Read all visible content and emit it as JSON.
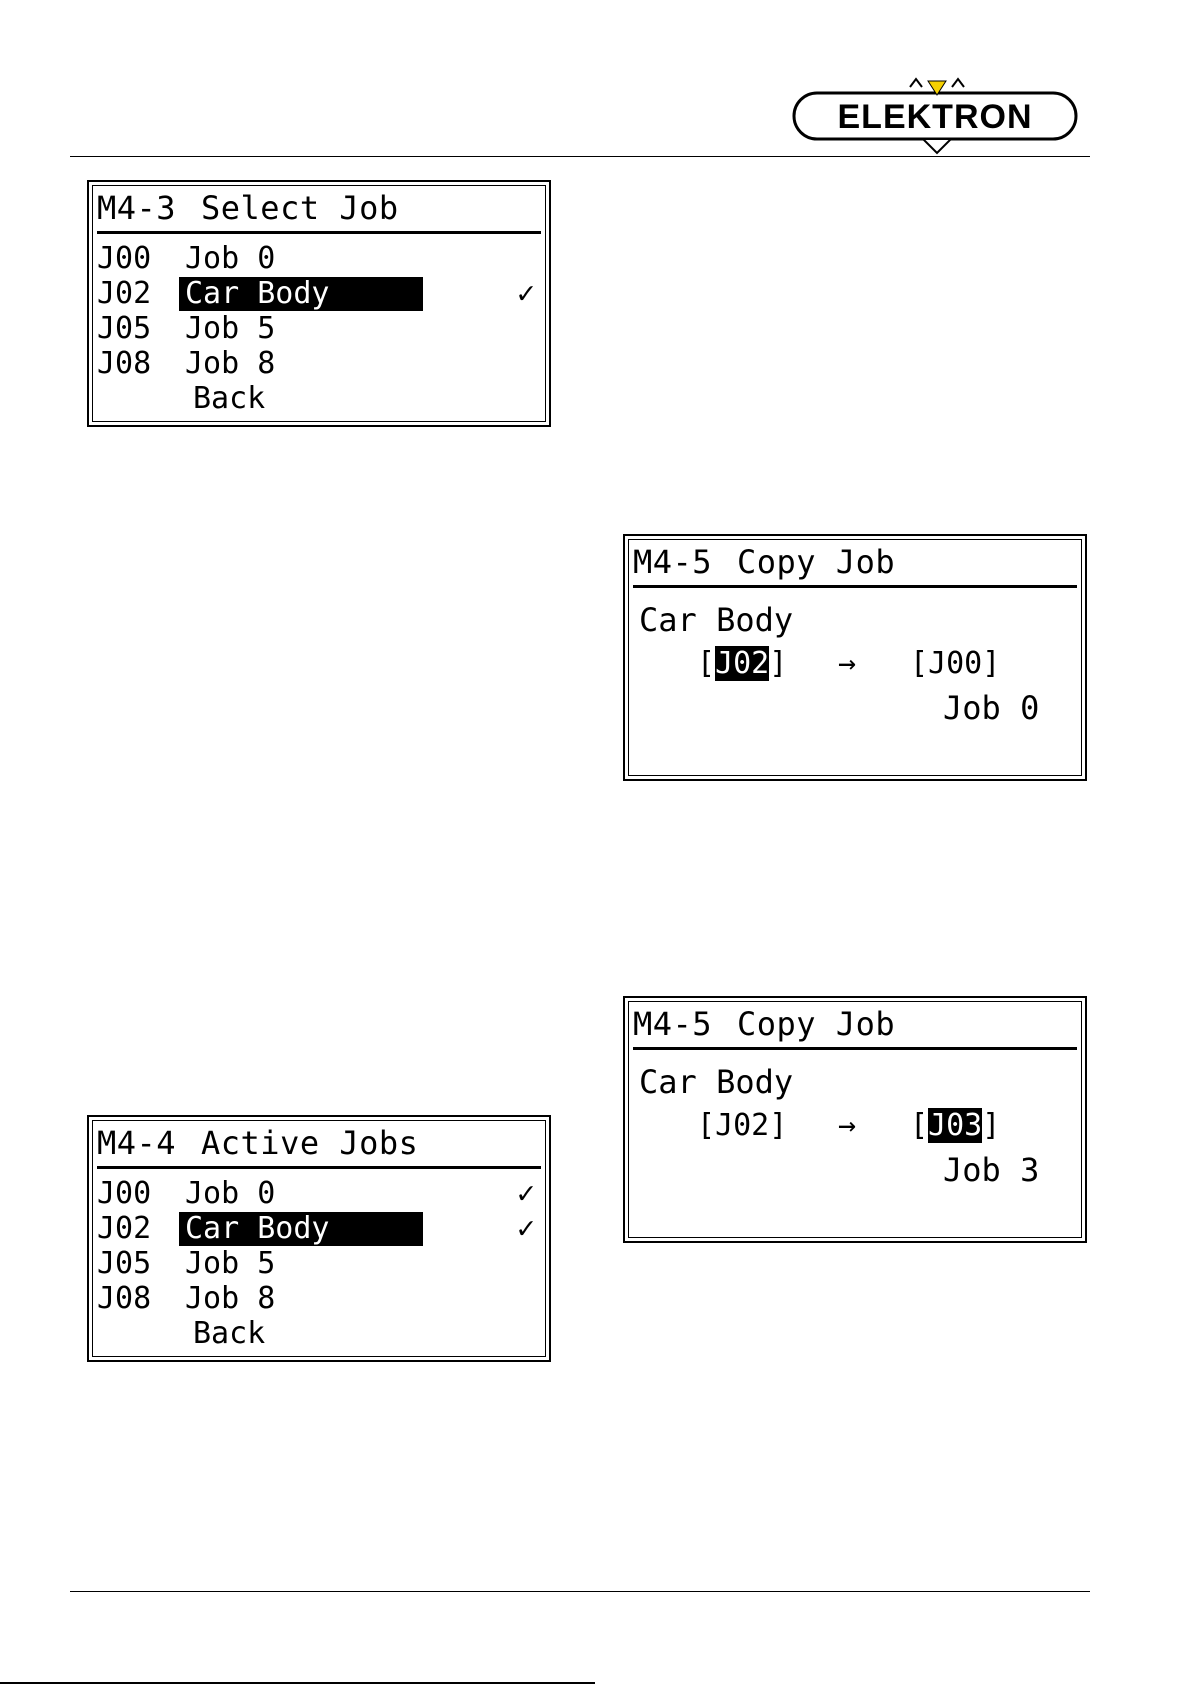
{
  "header": {
    "brand": "ELEKTRON",
    "brand_accent_color": "#f5d000"
  },
  "screens": {
    "select_job": {
      "title_id": "M4-3",
      "title_text": "Select Job",
      "rows": [
        {
          "id": "J00",
          "name": "Job 0",
          "check": ""
        },
        {
          "id": "J02",
          "name": "Car Body",
          "check": "✓"
        },
        {
          "id": "J05",
          "name": "Job 5",
          "check": ""
        },
        {
          "id": "J08",
          "name": "Job 8",
          "check": ""
        }
      ],
      "back": "Back"
    },
    "active_jobs": {
      "title_id": "M4-4",
      "title_text": "Active Jobs",
      "rows": [
        {
          "id": "J00",
          "name": "Job 0",
          "check": "✓"
        },
        {
          "id": "J02",
          "name": "Car Body",
          "check": "✓"
        },
        {
          "id": "J05",
          "name": "Job 5",
          "check": ""
        },
        {
          "id": "J08",
          "name": "Job 8",
          "check": ""
        }
      ],
      "back": "Back"
    },
    "copy_job_1": {
      "title_id": "M4-5",
      "title_text": "Copy Job",
      "job_name": "Car Body",
      "source": "J02",
      "arrow": "→",
      "destination": "J00",
      "destination_name": "Job 0"
    },
    "copy_job_2": {
      "title_id": "M4-5",
      "title_text": "Copy Job",
      "job_name": "Car Body",
      "source": "J02",
      "arrow": "→",
      "destination": "J03",
      "destination_name": "Job 3"
    }
  }
}
